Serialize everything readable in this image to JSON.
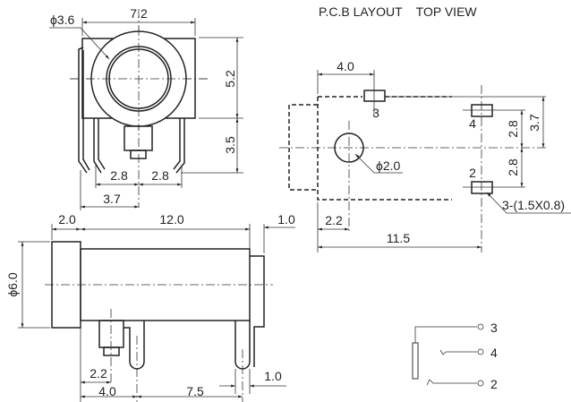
{
  "front_view": {
    "dims": {
      "width": "7.2",
      "hole": "ϕ3.6",
      "upper_height": "5.2",
      "lower_height": "3.5",
      "pitch_left": "2.8",
      "pitch_right": "2.8",
      "offset": "3.7"
    }
  },
  "side_view": {
    "dims": {
      "head": "2.0",
      "body": "12.0",
      "rear": "1.0",
      "diameter": "ϕ6.0",
      "stem": "2.2",
      "pin1": "4.0",
      "pin_span": "7.5",
      "pin_end": "1.0"
    }
  },
  "pcb_layout": {
    "title": "P.C.B LAYOUT    TOP VIEW",
    "pads": [
      "3",
      "4",
      "2"
    ],
    "dims": {
      "pad3_offset": "4.0",
      "hole": "ϕ2.0",
      "pitch_upper": "2.8",
      "pitch_lower": "2.8",
      "upper_edge": "3.7",
      "hole_offset": "2.2",
      "length": "11.5",
      "pad_size": "3-(1.5X0.8)"
    }
  },
  "schematic": {
    "pins": [
      "3",
      "4",
      "2"
    ]
  }
}
